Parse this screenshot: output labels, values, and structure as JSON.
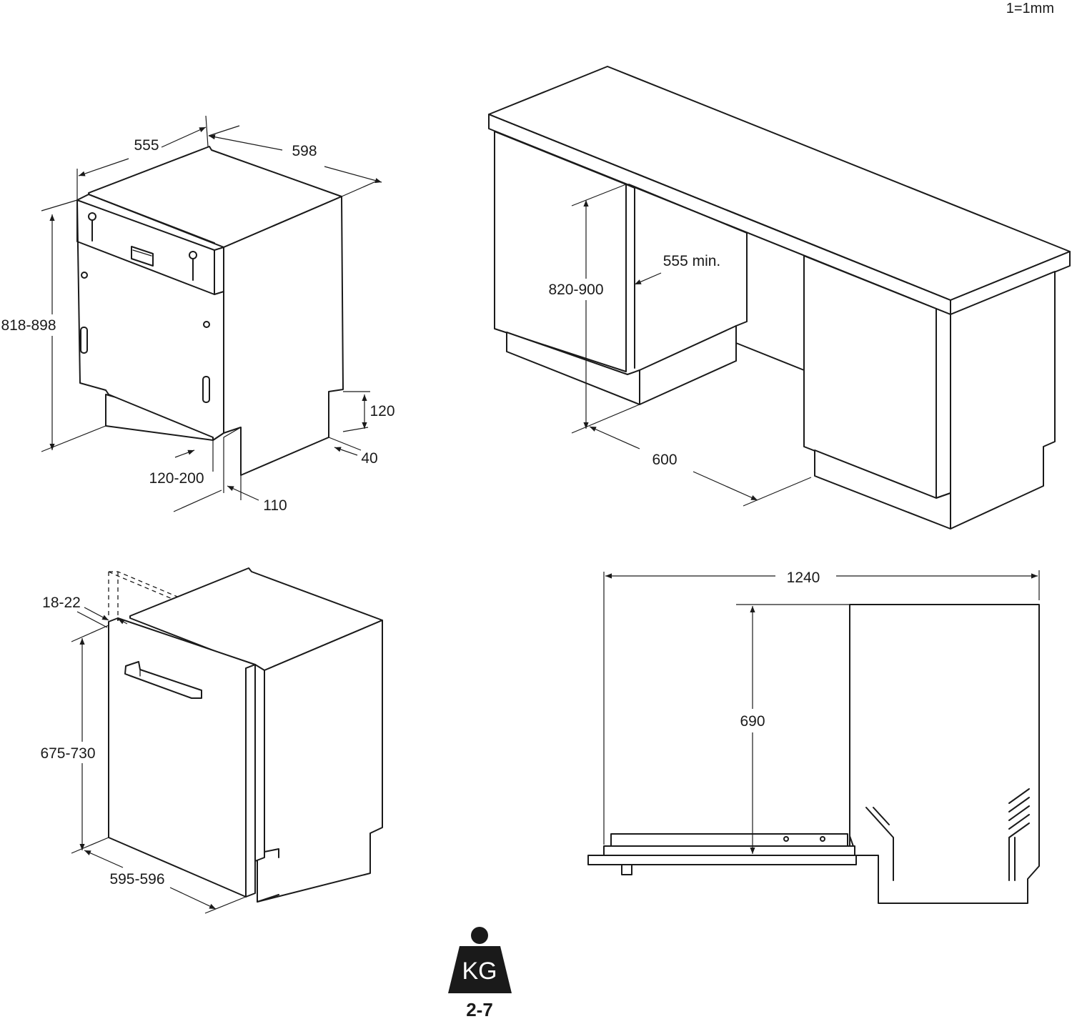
{
  "scale_note": "1=1mm",
  "view_semi_integrated": {
    "width": "555",
    "depth": "598",
    "height": "818-898",
    "plinth_height": "120",
    "plinth_depth": "40",
    "foot_adjust": "120-200",
    "foot_offset": "110"
  },
  "view_niche": {
    "niche_height": "820-900",
    "niche_depth": "555 min.",
    "niche_width": "600"
  },
  "view_fully_integrated": {
    "panel_thickness": "18-22",
    "panel_height": "675-730",
    "panel_width": "595-596"
  },
  "view_door_open": {
    "open_depth": "1240",
    "open_height": "690"
  },
  "weight_badge": {
    "unit": "KG",
    "range": "2-7"
  }
}
